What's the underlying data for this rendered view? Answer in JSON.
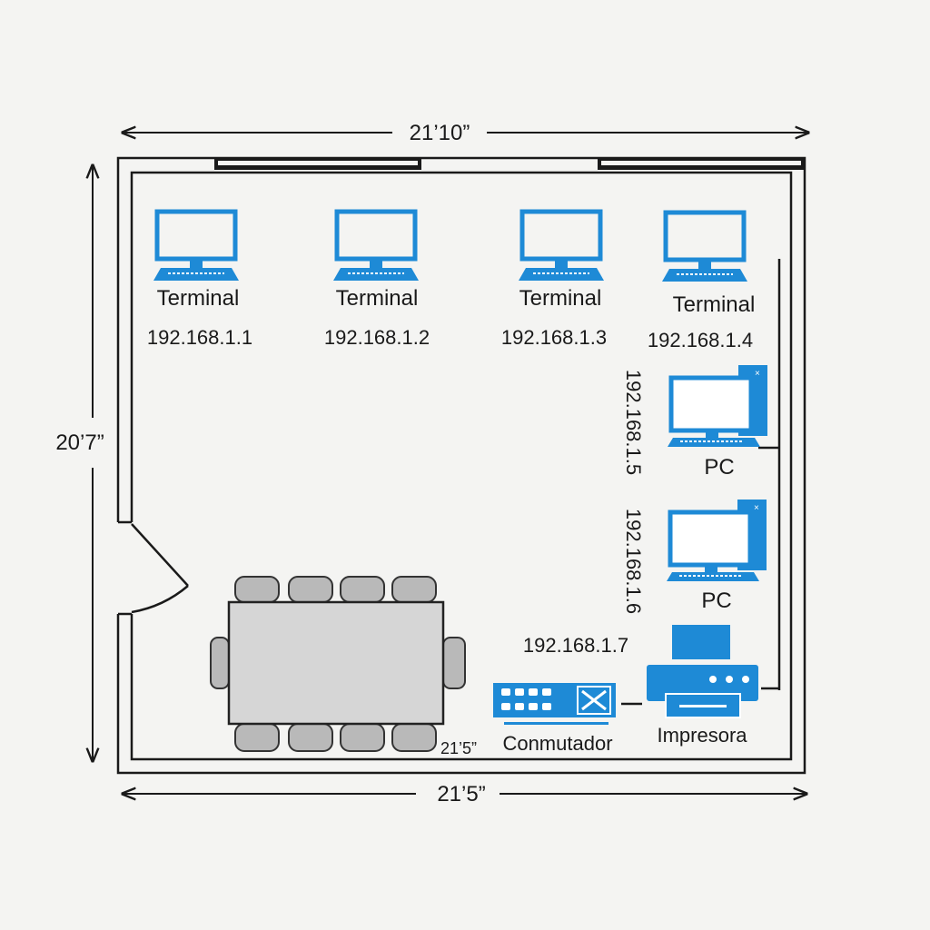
{
  "dimensions": {
    "top": "21’10”",
    "left": "20’7”",
    "bottom": "21’5”",
    "inner_bottom": "21’5”"
  },
  "terminals": [
    {
      "label": "Terminal",
      "ip": "192.168.1.1"
    },
    {
      "label": "Terminal",
      "ip": "192.168.1.2"
    },
    {
      "label": "Terminal",
      "ip": "192.168.1.3"
    },
    {
      "label": "Terminal",
      "ip": "192.168.1.4"
    }
  ],
  "pcs": [
    {
      "label": "PC",
      "ip": "192.168.1.5"
    },
    {
      "label": "PC",
      "ip": "192.168.1.6"
    }
  ],
  "printer": {
    "label": "Impresora",
    "ip": "192.168.1.7"
  },
  "switch": {
    "label": "Conmutador"
  },
  "colors": {
    "device": "#1e8ad6",
    "table": "#d6d6d6"
  }
}
